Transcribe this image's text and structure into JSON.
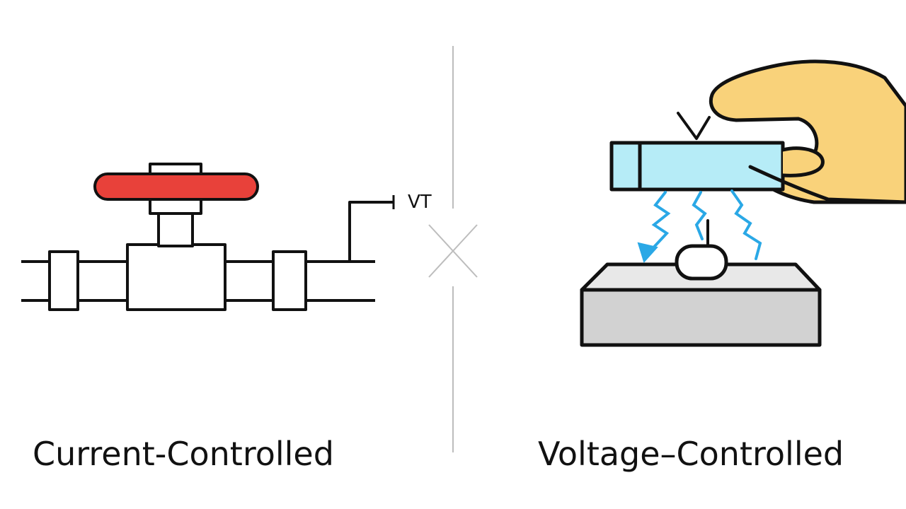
{
  "left_panel": {
    "caption": "Current-Controlled",
    "terminal_label": "VT"
  },
  "right_panel": {
    "caption": "Voltage–Controlled",
    "probe_label": "V"
  },
  "colors": {
    "outline": "#111111",
    "handle": "#e8413a",
    "divider": "#bdbdbd",
    "probe_fill": "#b6ecf7",
    "lightning": "#2aa8e6",
    "hand": "#f9d27a",
    "block_top": "#e8e8e8",
    "block_front": "#d2d2d2"
  },
  "icons": {
    "left": "valve-icon",
    "right": "hand-probe-icon"
  }
}
